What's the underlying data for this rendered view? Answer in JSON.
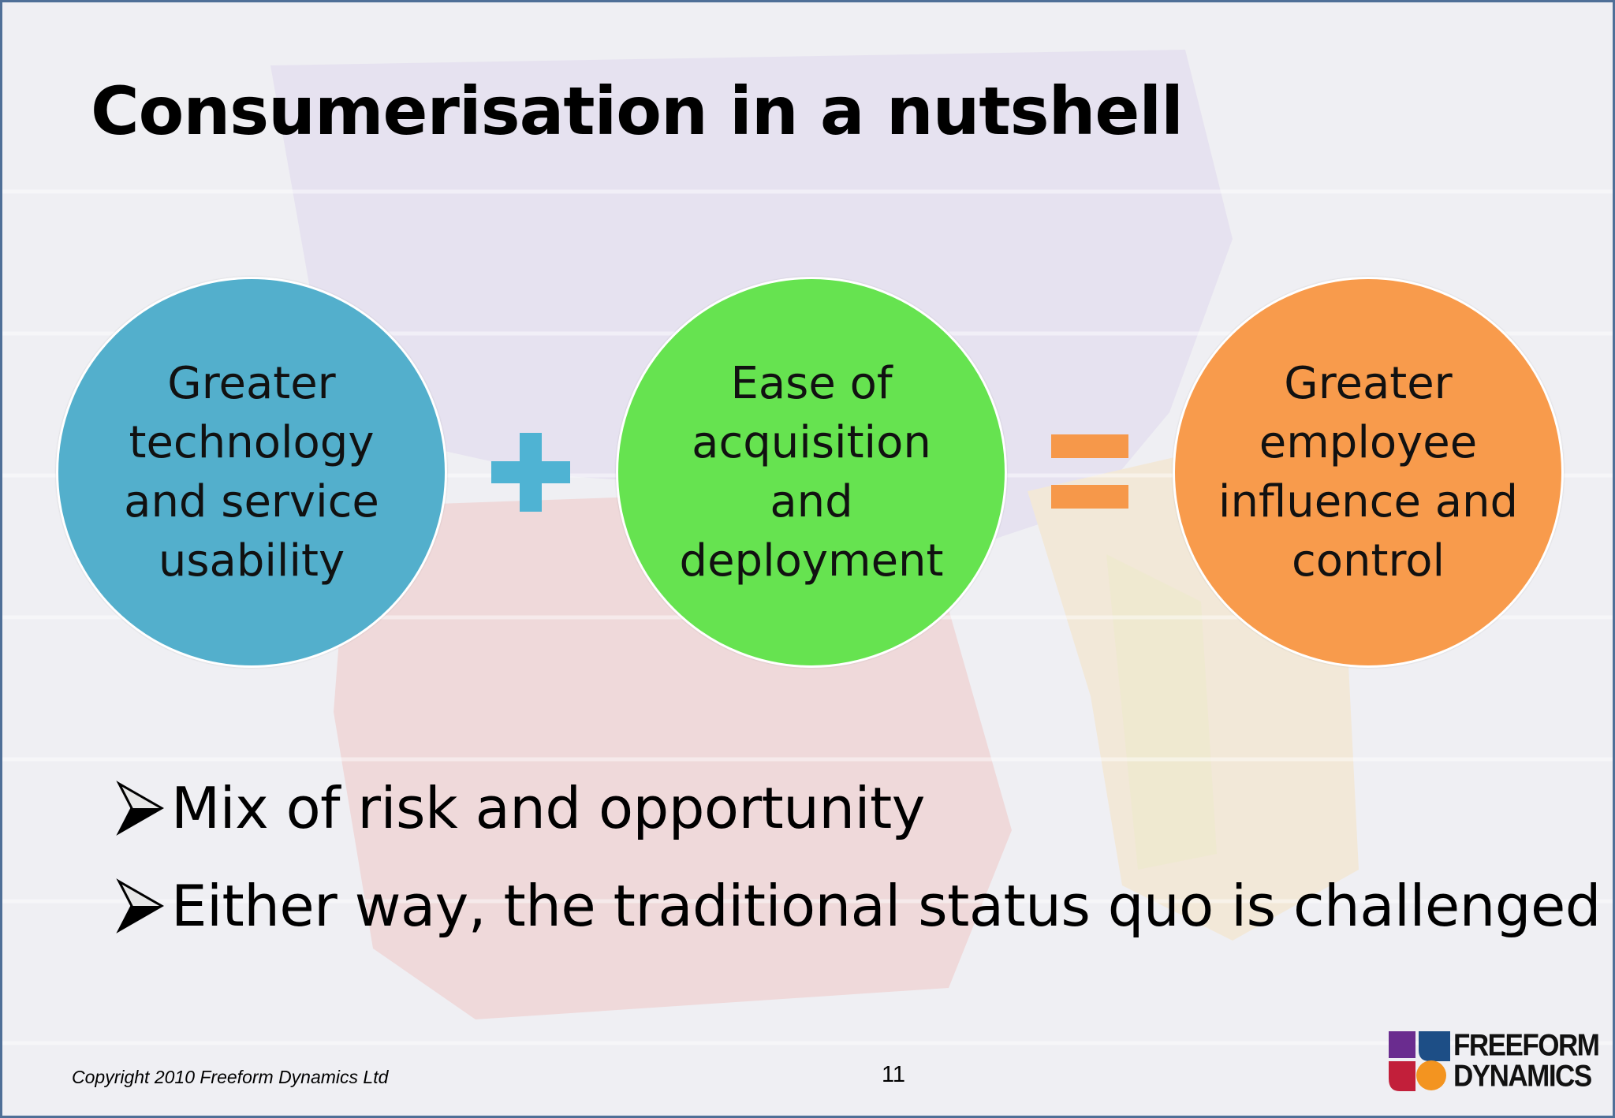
{
  "slide": {
    "title": "Consumerisation in a nutshell",
    "circles": [
      {
        "text": "Greater technology and service usability",
        "color": "#53afcc"
      },
      {
        "text": "Ease of acquisition and deployment",
        "color": "#66e350"
      },
      {
        "text": "Greater employee influence and control",
        "color": "#f89b4c"
      }
    ],
    "operators": {
      "plus_color": "#4fb3d3",
      "equals_color": "#f6984a"
    },
    "bullets": [
      {
        "text": "Mix of risk and opportunity"
      },
      {
        "text": "Either way, the traditional status quo is challenged"
      }
    ]
  },
  "footer": {
    "copyright": "Copyright 2010 Freeform Dynamics Ltd",
    "page_number": "11",
    "logo": {
      "line1": "FREEFORM",
      "line2": "DYNAMICS"
    }
  }
}
